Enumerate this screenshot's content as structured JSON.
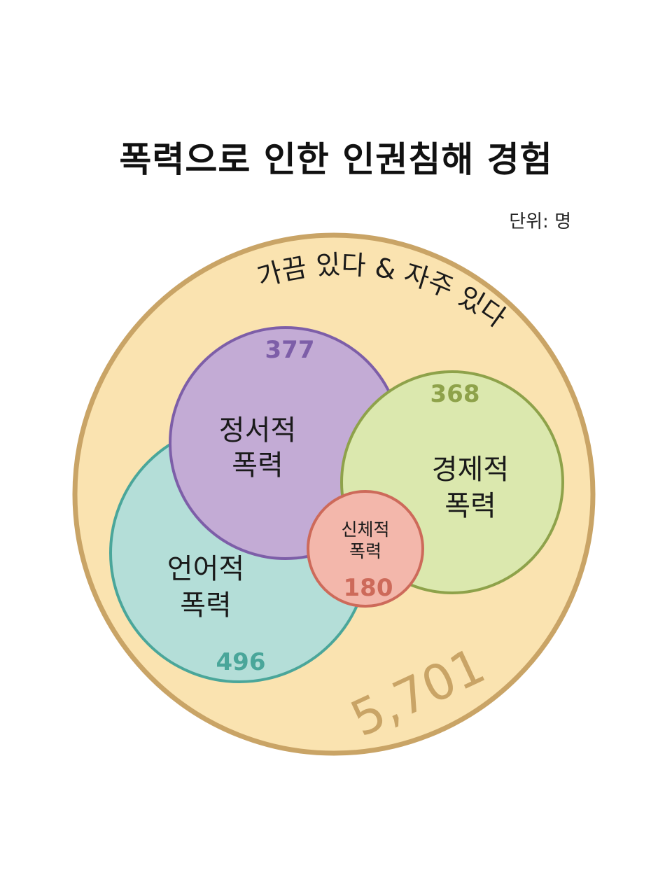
{
  "title": "폭력으로 인한 인권침해 경험",
  "unit": "단위: 명",
  "outer": {
    "label": "가끔 있다 & 자주 있다",
    "value": "5,701",
    "fill": "#fae3b0",
    "stroke": "#c9a466"
  },
  "categories": [
    {
      "key": "emotional",
      "line1": "정서적",
      "line2": "폭력",
      "value": "377",
      "fill": "#c3abd5",
      "stroke": "#7d5ea8",
      "num_color": "#7d5ea8"
    },
    {
      "key": "economic",
      "line1": "경제적",
      "line2": "폭력",
      "value": "368",
      "fill": "#dbe8ae",
      "stroke": "#8ea24a",
      "num_color": "#8ea24a"
    },
    {
      "key": "verbal",
      "line1": "언어적",
      "line2": "폭력",
      "value": "496",
      "fill": "#b4ded8",
      "stroke": "#4aa69a",
      "num_color": "#4aa69a"
    },
    {
      "key": "physical",
      "line1": "신체적",
      "line2": "폭력",
      "value": "180",
      "fill": "#f3b7ab",
      "stroke": "#cd6a5a",
      "num_color": "#cd6a5a"
    }
  ]
}
